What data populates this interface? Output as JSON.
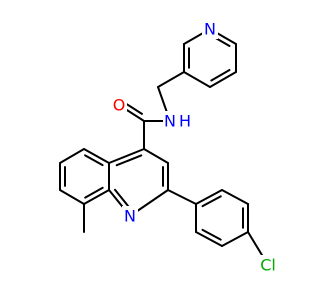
{
  "structure": {
    "atoms": [
      {
        "id": "N_py",
        "label": "N",
        "color": "#0000ff"
      },
      {
        "id": "N_amide",
        "label": "N",
        "color": "#0000ff"
      },
      {
        "id": "H_amide",
        "label": "H",
        "color": "#0000ff"
      },
      {
        "id": "O_carbonyl",
        "label": "O",
        "color": "#ff0000"
      },
      {
        "id": "N_quinoline",
        "label": "N",
        "color": "#0000ff"
      },
      {
        "id": "Cl",
        "label": "Cl",
        "color": "#00aa00"
      }
    ]
  }
}
